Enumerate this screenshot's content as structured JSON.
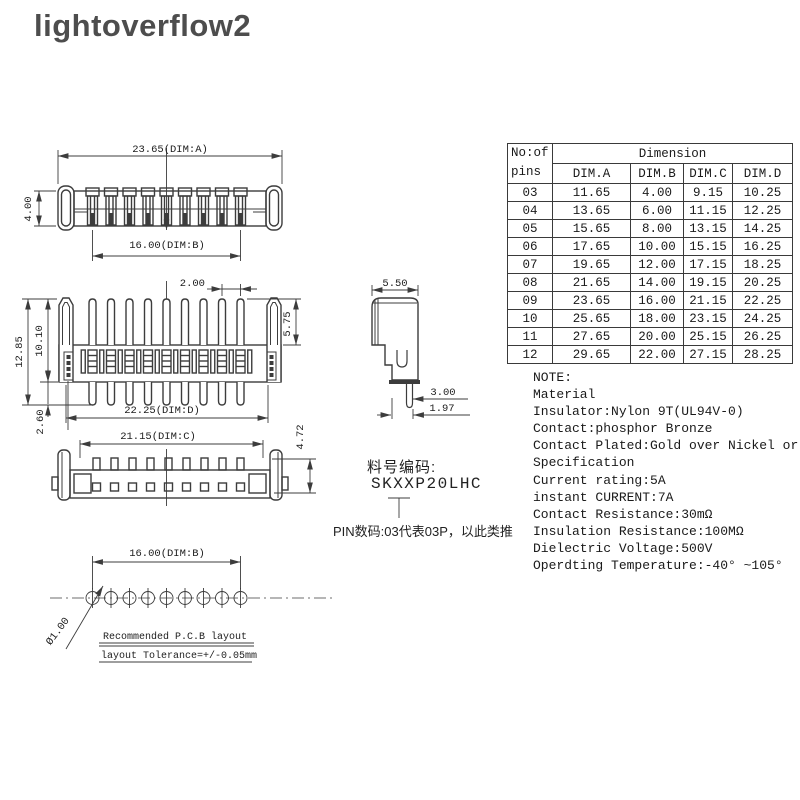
{
  "watermark": "lightoverflow2",
  "drawings": {
    "top_view": {
      "dim_a": "23.65(DIM:A)",
      "height": "4.00",
      "dim_b": "16.00(DIM:B)"
    },
    "front_view": {
      "pitch": "2.00",
      "pin_height": "5.75",
      "total_height": "12.85",
      "body_height": "10.10",
      "pin_below": "2.60",
      "dim_d": "22.25(DIM:D)"
    },
    "bottom_view": {
      "dim_c": "21.15(DIM:C)",
      "height": "4.72"
    },
    "side_view": {
      "width": "5.50",
      "depth": "3.00",
      "pin_offset": "1.97"
    },
    "pcb_layout": {
      "dim_b": "16.00(DIM:B)",
      "hole_dia": "Ø1.00",
      "title": "Recommended P.C.B layout",
      "tolerance": "layout Tolerance=+/-0.05mm"
    },
    "part_number": {
      "label": "料号编码:",
      "code": "SKXXP20LHC",
      "note": "PIN数码:03代表03P，以此类推"
    }
  },
  "table": {
    "pins_header_line1": "No:of",
    "pins_header_line2": "pins",
    "dimension_header": "Dimension",
    "columns": [
      "DIM.A",
      "DIM.B",
      "DIM.C",
      "DIM.D"
    ],
    "rows": [
      [
        "03",
        "11.65",
        "4.00",
        "9.15",
        "10.25"
      ],
      [
        "04",
        "13.65",
        "6.00",
        "11.15",
        "12.25"
      ],
      [
        "05",
        "15.65",
        "8.00",
        "13.15",
        "14.25"
      ],
      [
        "06",
        "17.65",
        "10.00",
        "15.15",
        "16.25"
      ],
      [
        "07",
        "19.65",
        "12.00",
        "17.15",
        "18.25"
      ],
      [
        "08",
        "21.65",
        "14.00",
        "19.15",
        "20.25"
      ],
      [
        "09",
        "23.65",
        "16.00",
        "21.15",
        "22.25"
      ],
      [
        "10",
        "25.65",
        "18.00",
        "23.15",
        "24.25"
      ],
      [
        "11",
        "27.65",
        "20.00",
        "25.15",
        "26.25"
      ],
      [
        "12",
        "29.65",
        "22.00",
        "27.15",
        "28.25"
      ]
    ]
  },
  "notes": {
    "lines": [
      "NOTE:",
      "Material",
      "Insulator:Nylon 9T(UL94V-0)",
      "Contact:phosphor Bronze",
      "Contact Plated:Gold over Nickel or Tin",
      "Specification",
      "Current rating:5A",
      "instant CURRENT:7A",
      "Contact Resistance:30mΩ",
      "Insulation Resistance:100MΩ",
      "Dielectric Voltage:500V",
      "Operdting Temperature:-40° ~105°"
    ]
  },
  "colors": {
    "line": "#3c3c3c",
    "text": "#1d1d1d",
    "watermark": "#4d4d4d",
    "background": "#ffffff"
  }
}
